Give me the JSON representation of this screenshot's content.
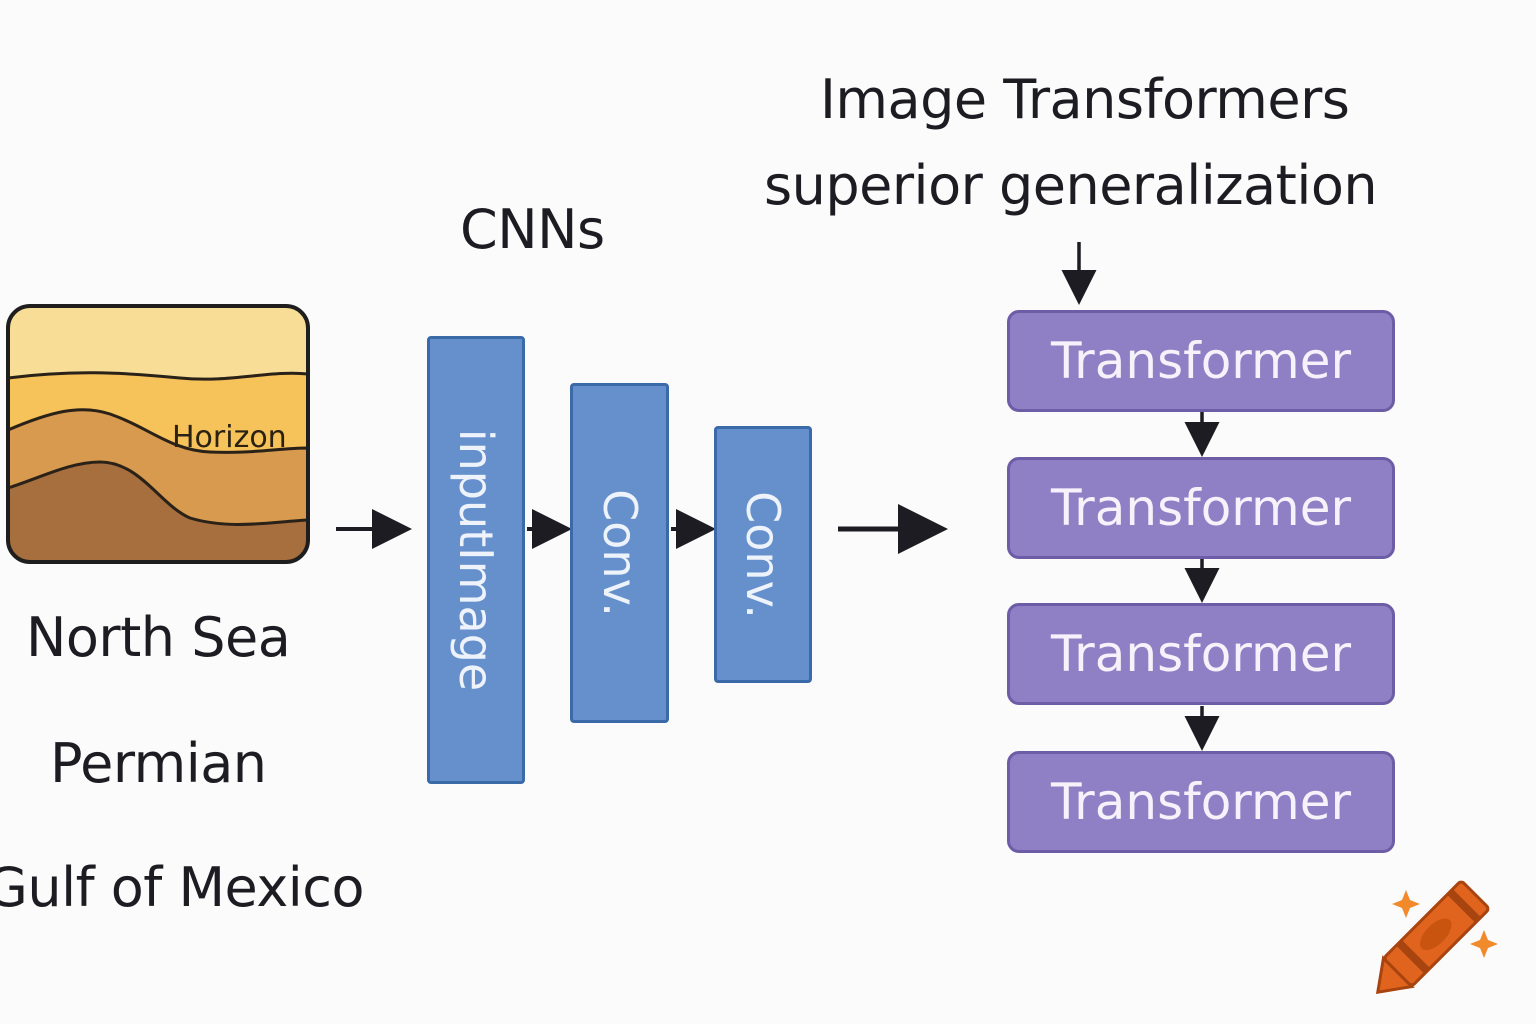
{
  "header": {
    "line1": "Image Transformers",
    "line2": "superior generalization"
  },
  "cnn": {
    "title": "CNNs",
    "blocks": [
      {
        "label": "inputImage"
      },
      {
        "label": "Conv."
      },
      {
        "label": "Conv."
      }
    ]
  },
  "seismic": {
    "horizon_label": "Horizon",
    "layer_colors": [
      "#f7dd95",
      "#f6c25a",
      "#d79a4e",
      "#a86f3e"
    ]
  },
  "regions": [
    "North Sea",
    "Permian",
    "Gulf of Mexico"
  ],
  "transformers": [
    {
      "label": "Transformer"
    },
    {
      "label": "Transformer"
    },
    {
      "label": "Transformer"
    },
    {
      "label": "Transformer"
    }
  ],
  "colors": {
    "cnn_fill": "#6590cc",
    "transformer_fill": "#8f7fc4",
    "crayon": "#e0641e"
  },
  "icons": {
    "corner": "crayon-icon"
  }
}
